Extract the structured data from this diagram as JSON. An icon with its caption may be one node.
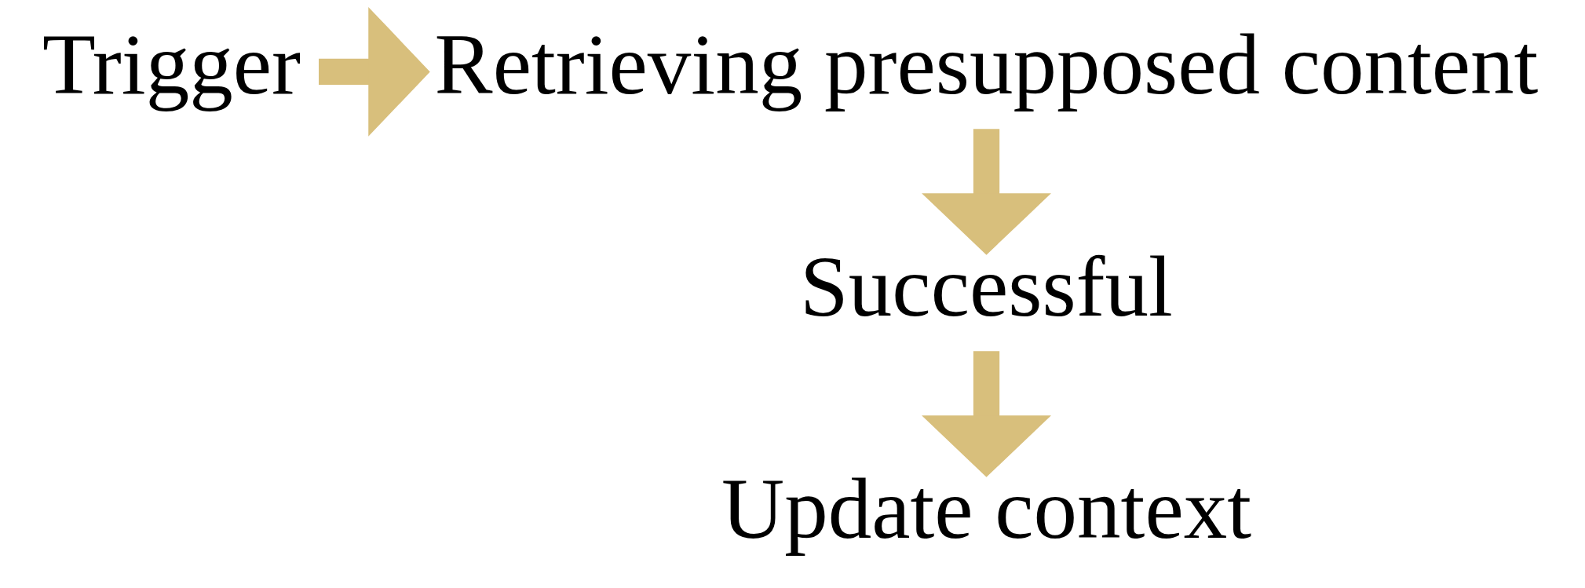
{
  "diagram": {
    "nodes": [
      {
        "text": [
          "Trigger"
        ]
      },
      {
        "text": [
          "Retrieving presupposed content"
        ]
      },
      {
        "text": [
          "Successful"
        ]
      },
      {
        "text": [
          "Update context"
        ]
      }
    ],
    "edges": [
      {
        "from": 0,
        "to": 1,
        "arrow": "to"
      },
      {
        "from": 1,
        "to": 2,
        "arrow": "to"
      },
      {
        "from": 2,
        "to": 3,
        "arrow": "to"
      }
    ]
  }
}
